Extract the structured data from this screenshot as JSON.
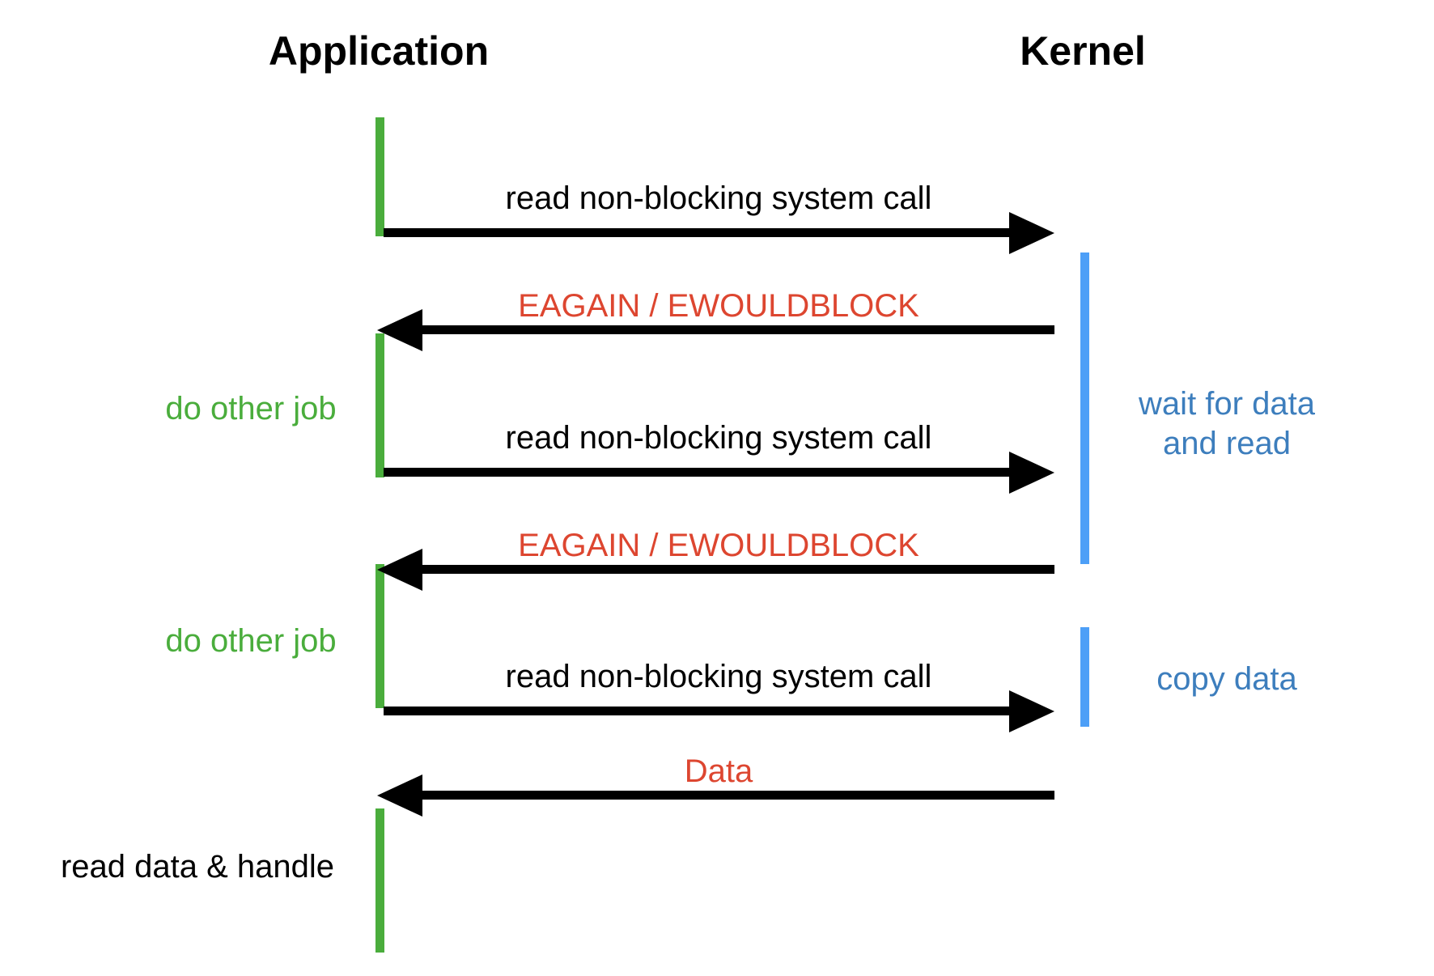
{
  "diagram": {
    "actors": [
      {
        "name": "Application"
      },
      {
        "name": "Kernel"
      }
    ],
    "colors": {
      "app_lifeline_green": "#4aad3c",
      "kernel_lifeline_blue": "#4d9ff7",
      "kernel_note_blue": "#3d7ebd",
      "error_red": "#dd4630",
      "arrow_black": "#000000",
      "background": "#ffffff"
    },
    "messages": [
      {
        "label": "read non-blocking system call",
        "direction": "right",
        "label_color": "black"
      },
      {
        "label": "EAGAIN / EWOULDBLOCK",
        "direction": "left",
        "label_color": "red"
      },
      {
        "label": "read non-blocking system call",
        "direction": "right",
        "label_color": "black"
      },
      {
        "label": "EAGAIN / EWOULDBLOCK",
        "direction": "left",
        "label_color": "red"
      },
      {
        "label": "read non-blocking system call",
        "direction": "right",
        "label_color": "black"
      },
      {
        "label": "Data",
        "direction": "left",
        "label_color": "red"
      }
    ],
    "app_notes": [
      {
        "label": "do other job"
      },
      {
        "label": "do other job"
      },
      {
        "label": "read data & handle"
      }
    ],
    "kernel_notes": [
      {
        "lines": [
          "wait for data",
          "and read"
        ]
      },
      {
        "lines": [
          "copy data"
        ]
      }
    ]
  }
}
